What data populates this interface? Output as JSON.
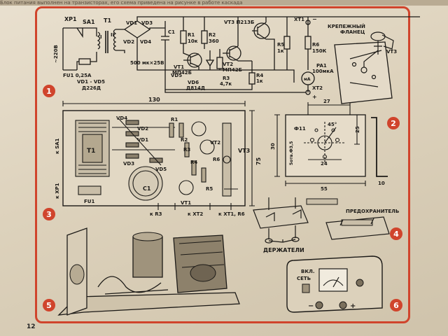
{
  "top_strip_text": "Блок питания выполнен на транзисторах, его схема приведена на рисунке в работе каскада",
  "page_number": "12",
  "accent_color": "#d0442c",
  "fig1": {
    "badge": "1",
    "xp1": "XP1",
    "sa1": "SA1",
    "t1": "T1",
    "v220": "~220В",
    "fu1": "FU1 0,25A",
    "winding1": "I",
    "winding2": "II",
    "vd1": "VD1",
    "vd2": "VD2",
    "vd3": "VD3",
    "vd4": "VD4",
    "diode_note_1": "VD1 - VD5",
    "diode_note_2": "Д226Д",
    "c1": "C1",
    "c1_val": "500 мк×25В",
    "r1": "R1",
    "r1_val": "10к",
    "r2": "R2",
    "r2_val": "360",
    "vt3": "VT3 П213Б",
    "vt1": "VT1",
    "vt1_val": "МП42Б",
    "vt2": "VT2",
    "vt2_val": "МП42Б",
    "vd5": "VD5",
    "vd6": "VD6",
    "vd6_val": "Д814Д",
    "r3": "R3",
    "r3_val": "4,7к",
    "r4": "R4",
    "r4_val": "1к",
    "r5": "R5",
    "r5_val": "1к",
    "r6": "R6",
    "r6_val": "150К",
    "pa1": "PA1",
    "pa1_val": "100мкА",
    "meter": "мА",
    "xt1": "XT1",
    "xt2": "XT2",
    "plus": "+",
    "minus": "−"
  },
  "fig_flange": {
    "title_1": "КРЕПЕЖНЫЙ",
    "title_2": "ФЛАНЕЦ",
    "vt3": "VT3"
  },
  "fig2": {
    "badge": "2",
    "dim_27": "27",
    "dim_25": "25",
    "dim_30": "30",
    "dim_24": "24",
    "dim_55": "55",
    "dim_10": "10",
    "angle": "45°",
    "hole_11": "Ф11",
    "holes_35": "5отв.Ф3,5"
  },
  "fig3": {
    "badge": "3",
    "dim_130": "130",
    "dim_75": "75",
    "vd4": "VD4",
    "vd2": "VD2",
    "vd1": "VD1",
    "vd3": "VD3",
    "vd5": "VD5",
    "t1": "T1",
    "c1": "C1",
    "r1": "R1",
    "r2": "R2",
    "r3": "R3",
    "r4": "R4",
    "r5": "R5",
    "r6": "R6",
    "vt2": "VT2",
    "vt3": "VT3",
    "vt1": "VT1",
    "kr3": "к R3",
    "kxt2": "к XT2",
    "kxt1": "к XT1, R6",
    "ksa1": "к SA1",
    "xp1": "к XP1",
    "fu1": "FU1"
  },
  "fig4": {
    "badge": "4",
    "fuse": "ПРЕДОХРАНИТЕЛЬ",
    "holders": "ДЕРЖАТЕЛИ"
  },
  "fig5": {
    "badge": "5"
  },
  "fig6": {
    "badge": "6",
    "power_1": "ВКЛ.",
    "power_2": "СЕТЬ",
    "minus": "−",
    "plus": "+"
  }
}
